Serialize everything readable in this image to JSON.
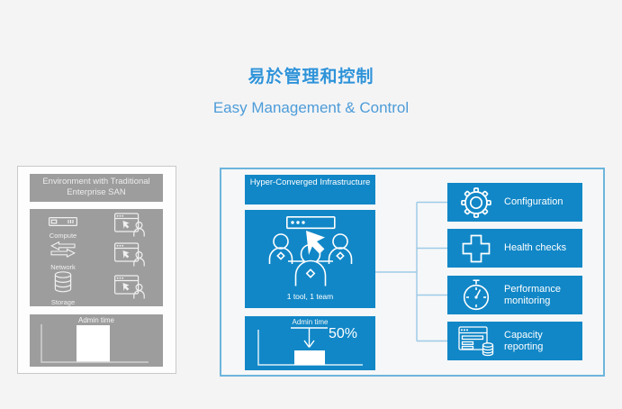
{
  "title": {
    "zh": "易於管理和控制",
    "en": "Easy Management & Control"
  },
  "colors": {
    "accent_blue": "#1187c7",
    "panel_border_blue": "#6cb5dc",
    "connector_blue": "#9dcbe7",
    "gray_box": "#9d9d9d",
    "title_zh_color": "#2e93d9",
    "title_en_color": "#4d9cd8",
    "page_bg": "#f4f4f5"
  },
  "left_panel": {
    "header": "Environment with Traditional Enterprise SAN",
    "rows": [
      {
        "icon": "server-icon",
        "label": "Compute",
        "admin_icon": "window-cursor-person-icon"
      },
      {
        "icon": "network-arrows-icon",
        "label": "Network",
        "admin_icon": "window-cursor-person-icon"
      },
      {
        "icon": "storage-cylinder-icon",
        "label": "Storage",
        "admin_icon": "window-cursor-person-icon"
      }
    ],
    "chart": {
      "label": "Admin time",
      "bar_level": "high"
    }
  },
  "right_panel": {
    "header": "Hyper-Converged Infrastructure",
    "team": {
      "icon": "team-single-console-icon",
      "caption": "1 tool, 1 team"
    },
    "chart": {
      "label": "Admin time",
      "value": "50%",
      "bar_level": "low"
    },
    "features": [
      {
        "icon": "gear-icon",
        "label": "Configuration"
      },
      {
        "icon": "health-cross-icon",
        "label": "Health checks"
      },
      {
        "icon": "stopwatch-icon",
        "label": "Performance monitoring"
      },
      {
        "icon": "capacity-report-icon",
        "label": "Capacity reporting"
      }
    ]
  }
}
